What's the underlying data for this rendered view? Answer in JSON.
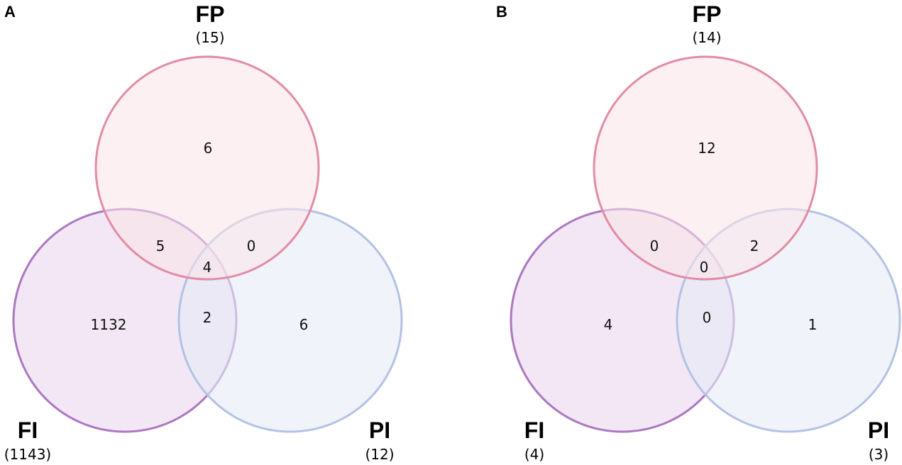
{
  "colors": {
    "fp_stroke": "#e08ca4",
    "fp_fill": "#f9e3e8",
    "fi_stroke": "#ab78c0",
    "fi_fill": "#efdcf1",
    "pi_stroke": "#b3c2e4",
    "pi_fill": "#e6ebf7"
  },
  "panels": [
    {
      "label": "A",
      "sets": {
        "fp": {
          "name": "FP",
          "count": "(15)"
        },
        "fi": {
          "name": "FI",
          "count": "(1143)"
        },
        "pi": {
          "name": "PI",
          "count": "(12)"
        }
      },
      "regions": {
        "fp_only": "6",
        "fi_only": "1132",
        "pi_only": "6",
        "fp_fi": "5",
        "fp_pi": "0",
        "fi_pi": "2",
        "all": "4"
      }
    },
    {
      "label": "B",
      "sets": {
        "fp": {
          "name": "FP",
          "count": "(14)"
        },
        "fi": {
          "name": "FI",
          "count": "(4)"
        },
        "pi": {
          "name": "PI",
          "count": "(3)"
        }
      },
      "regions": {
        "fp_only": "12",
        "fi_only": "4",
        "pi_only": "1",
        "fp_fi": "0",
        "fp_pi": "2",
        "fi_pi": "0",
        "all": "0"
      }
    }
  ]
}
